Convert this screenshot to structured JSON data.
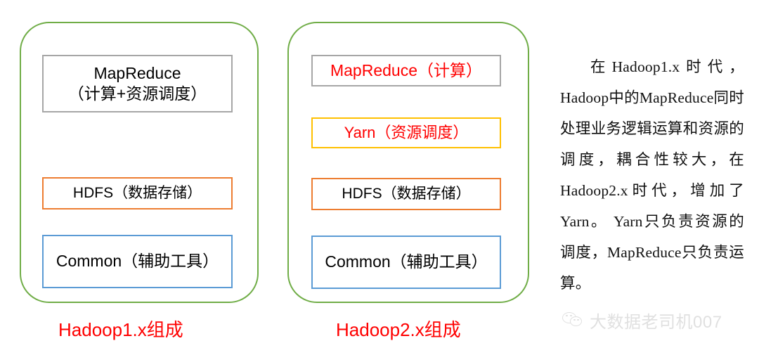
{
  "diagram": {
    "groups": [
      {
        "id": "hadoop1",
        "caption": "Hadoop1.x组成",
        "caption_color": "#FF0000",
        "border_color": "#70AD47",
        "components": [
          {
            "name": "mapreduce",
            "label": "MapReduce\n（计算+资源调度）",
            "border_color": "#A6A6A6",
            "text_color": "#000000"
          },
          {
            "name": "hdfs",
            "label": "HDFS（数据存储）",
            "border_color": "#ED7D31",
            "text_color": "#000000"
          },
          {
            "name": "common",
            "label": "Common（辅助工具）",
            "border_color": "#5B9BD5",
            "text_color": "#000000"
          }
        ]
      },
      {
        "id": "hadoop2",
        "caption": "Hadoop2.x组成",
        "caption_color": "#FF0000",
        "border_color": "#70AD47",
        "components": [
          {
            "name": "mapreduce",
            "label": "MapReduce（计算）",
            "border_color": "#A6A6A6",
            "text_color": "#FF0000"
          },
          {
            "name": "yarn",
            "label": "Yarn（资源调度）",
            "border_color": "#FFC000",
            "text_color": "#FF0000"
          },
          {
            "name": "hdfs",
            "label": "HDFS（数据存储）",
            "border_color": "#ED7D31",
            "text_color": "#000000"
          },
          {
            "name": "common",
            "label": "Common（辅助工具）",
            "border_color": "#5B9BD5",
            "text_color": "#000000"
          }
        ]
      }
    ]
  },
  "explanation": {
    "text": "在Hadoop1.x时代，Hadoop中的MapReduce同时处理业务逻辑运算和资源的调度，耦合性较大，在Hadoop2.x时代，增加了Yarn。 Yarn只负责资源的调度，MapReduce只负责运算。"
  },
  "watermark": {
    "icon": "wechat-icon",
    "text": "大数据老司机007"
  }
}
